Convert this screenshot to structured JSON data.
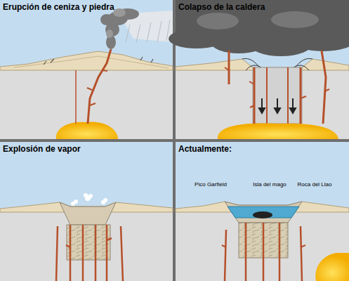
{
  "diagram": {
    "nodes": [
      {
        "text": [
          "Erupción de ceniza y piedra"
        ]
      },
      {
        "text": [
          "Colapso de la caldera"
        ]
      },
      {
        "text": [
          "Explosión de vapor"
        ]
      },
      {
        "text": [
          "Actualmente:"
        ]
      }
    ],
    "labels": [
      "Pico Garfield",
      "Isla del mago",
      "Roca del Llao"
    ]
  }
}
